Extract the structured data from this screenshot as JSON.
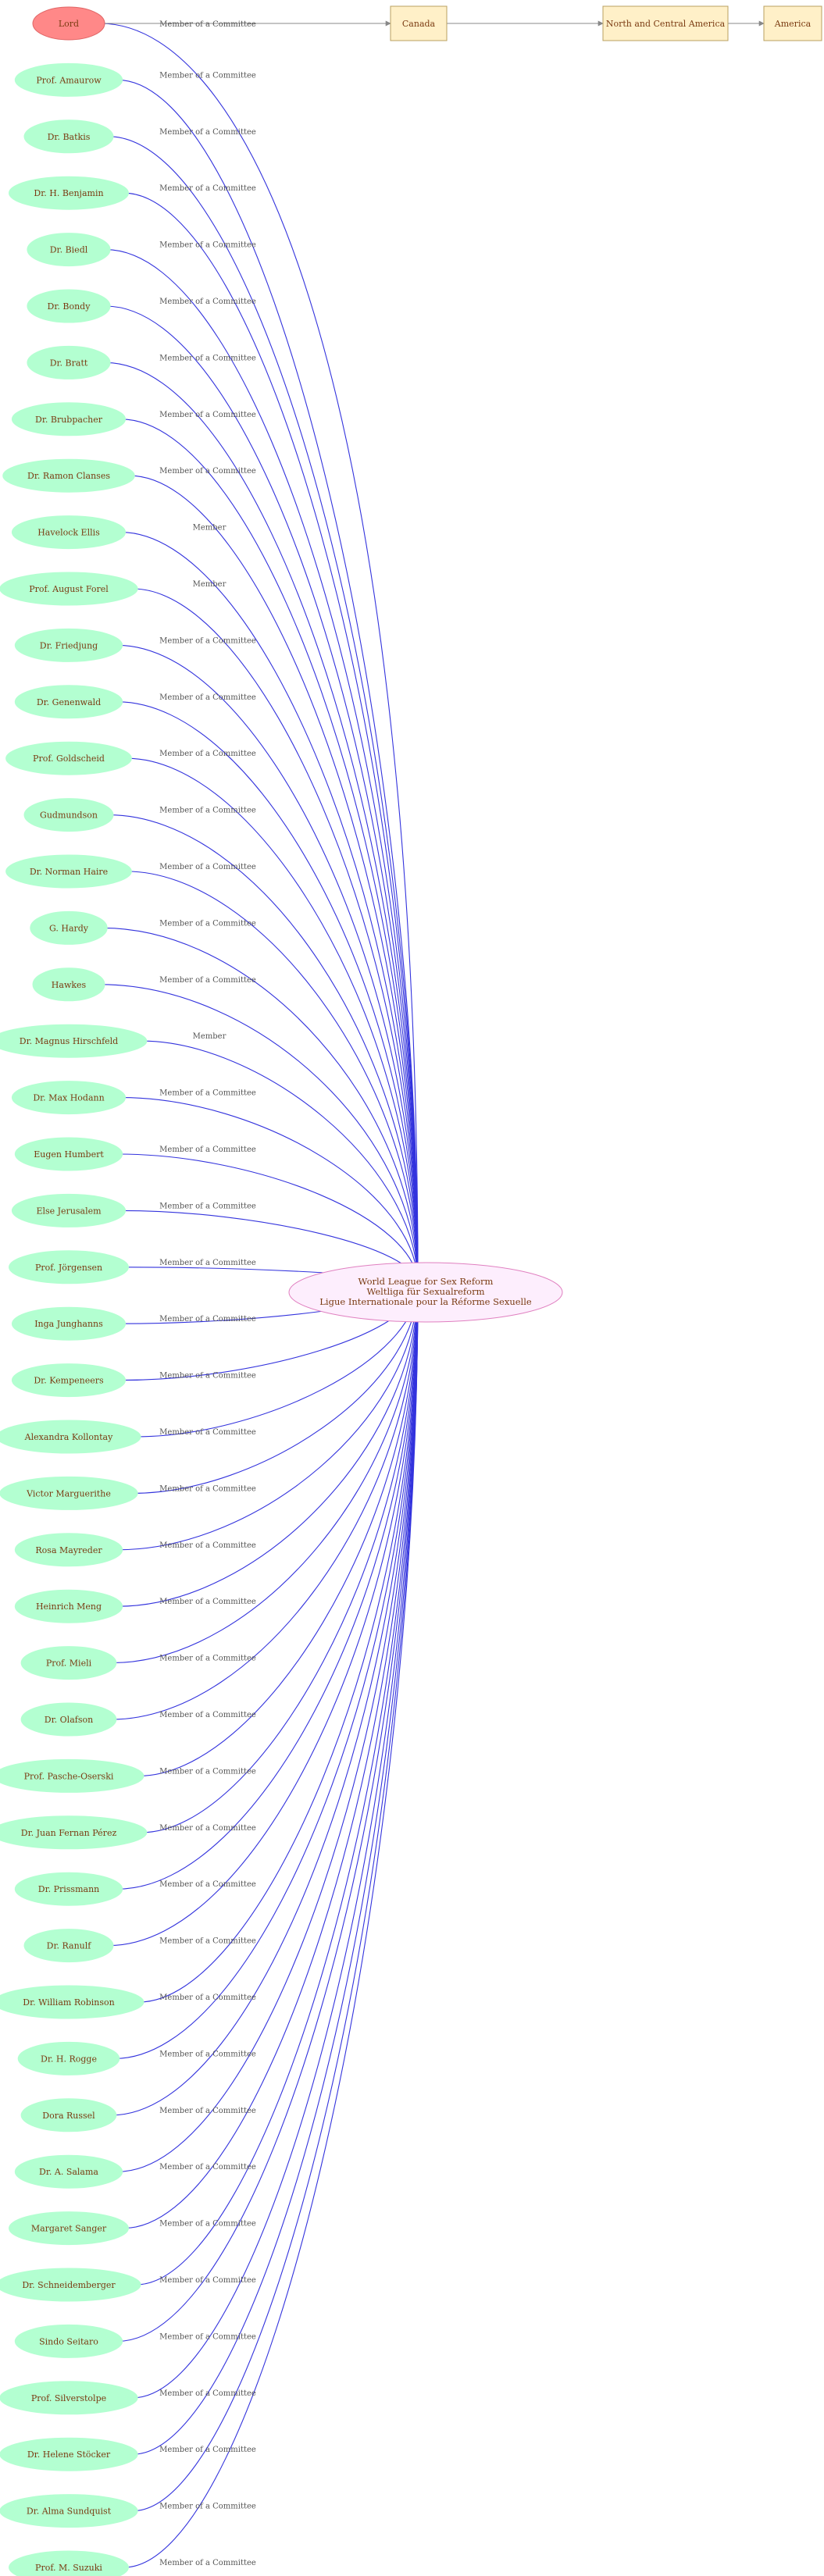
{
  "colors": {
    "person_fill": "#b3ffd1",
    "highlight_fill": "#ff8888",
    "place_fill": "#fff0c8",
    "place_stroke": "#b8a060",
    "center_fill": "#fdeefd",
    "center_stroke": "#e080c0",
    "edge_blue": "#3333dd",
    "edge_gray": "#888888",
    "label_text": "#7a3b12"
  },
  "center_node": {
    "lines": [
      "World League for Sex Reform",
      "Weltliga für Sexualreform",
      "Ligue Internationale pour la Réforme Sexuelle"
    ]
  },
  "places": [
    {
      "id": "canada",
      "label": "Canada"
    },
    {
      "id": "north-central-america",
      "label": "North and Central America"
    },
    {
      "id": "america",
      "label": "America"
    }
  ],
  "people": [
    {
      "label": "Lord",
      "relation": "Member of a Committee",
      "highlight": true
    },
    {
      "label": "Prof. Amaurow",
      "relation": "Member of a Committee"
    },
    {
      "label": "Dr. Batkis",
      "relation": "Member of a Committee"
    },
    {
      "label": "Dr. H. Benjamin",
      "relation": "Member of a Committee"
    },
    {
      "label": "Dr. Biedl",
      "relation": "Member of a Committee"
    },
    {
      "label": "Dr. Bondy",
      "relation": "Member of a Committee"
    },
    {
      "label": "Dr. Bratt",
      "relation": "Member of a Committee"
    },
    {
      "label": "Dr. Brubpacher",
      "relation": "Member of a Committee"
    },
    {
      "label": "Dr. Ramon Clanses",
      "relation": "Member of a Committee"
    },
    {
      "label": "Havelock Ellis",
      "relation": "Member"
    },
    {
      "label": "Prof. August Forel",
      "relation": "Member"
    },
    {
      "label": "Dr. Friedjung",
      "relation": "Member of a Committee"
    },
    {
      "label": "Dr. Genenwald",
      "relation": "Member of a Committee"
    },
    {
      "label": "Prof. Goldscheid",
      "relation": "Member of a Committee"
    },
    {
      "label": "Gudmundson",
      "relation": "Member of a Committee"
    },
    {
      "label": "Dr. Norman Haire",
      "relation": "Member of a Committee"
    },
    {
      "label": "G. Hardy",
      "relation": "Member of a Committee"
    },
    {
      "label": "Hawkes",
      "relation": "Member of a Committee"
    },
    {
      "label": "Dr. Magnus Hirschfeld",
      "relation": "Member"
    },
    {
      "label": "Dr. Max Hodann",
      "relation": "Member of a Committee"
    },
    {
      "label": "Eugen Humbert",
      "relation": "Member of a Committee"
    },
    {
      "label": "Else Jerusalem",
      "relation": "Member of a Committee"
    },
    {
      "label": "Prof. Jörgensen",
      "relation": "Member of a Committee"
    },
    {
      "label": "Inga Junghanns",
      "relation": "Member of a Committee"
    },
    {
      "label": "Dr. Kempeneers",
      "relation": "Member of a Committee"
    },
    {
      "label": "Alexandra Kollontay",
      "relation": "Member of a Committee"
    },
    {
      "label": "Victor Marguerithe",
      "relation": "Member of a Committee"
    },
    {
      "label": "Rosa Mayreder",
      "relation": "Member of a Committee"
    },
    {
      "label": "Heinrich Meng",
      "relation": "Member of a Committee"
    },
    {
      "label": "Prof. Mieli",
      "relation": "Member of a Committee"
    },
    {
      "label": "Dr. Olafson",
      "relation": "Member of a Committee"
    },
    {
      "label": "Prof. Pasche-Oserski",
      "relation": "Member of a Committee"
    },
    {
      "label": "Dr. Juan Fernan Pérez",
      "relation": "Member of a Committee"
    },
    {
      "label": "Dr. Prissmann",
      "relation": "Member of a Committee"
    },
    {
      "label": "Dr. Ranulf",
      "relation": "Member of a Committee"
    },
    {
      "label": "Dr. William Robinson",
      "relation": "Member of a Committee"
    },
    {
      "label": "Dr. H. Rogge",
      "relation": "Member of a Committee"
    },
    {
      "label": "Dora Russel",
      "relation": "Member of a Committee"
    },
    {
      "label": "Dr. A. Salama",
      "relation": "Member of a Committee"
    },
    {
      "label": "Margaret Sanger",
      "relation": "Member of a Committee"
    },
    {
      "label": "Dr. Schneidemberger",
      "relation": "Member of a Committee"
    },
    {
      "label": "Sindo Seitaro",
      "relation": "Member of a Committee"
    },
    {
      "label": "Prof. Silverstolpe",
      "relation": "Member of a Committee"
    },
    {
      "label": "Dr. Helene Stöcker",
      "relation": "Member of a Committee"
    },
    {
      "label": "Dr. Alma Sundquist",
      "relation": "Member of a Committee"
    },
    {
      "label": "Prof. M. Suzuki",
      "relation": "Member of a Committee"
    }
  ]
}
